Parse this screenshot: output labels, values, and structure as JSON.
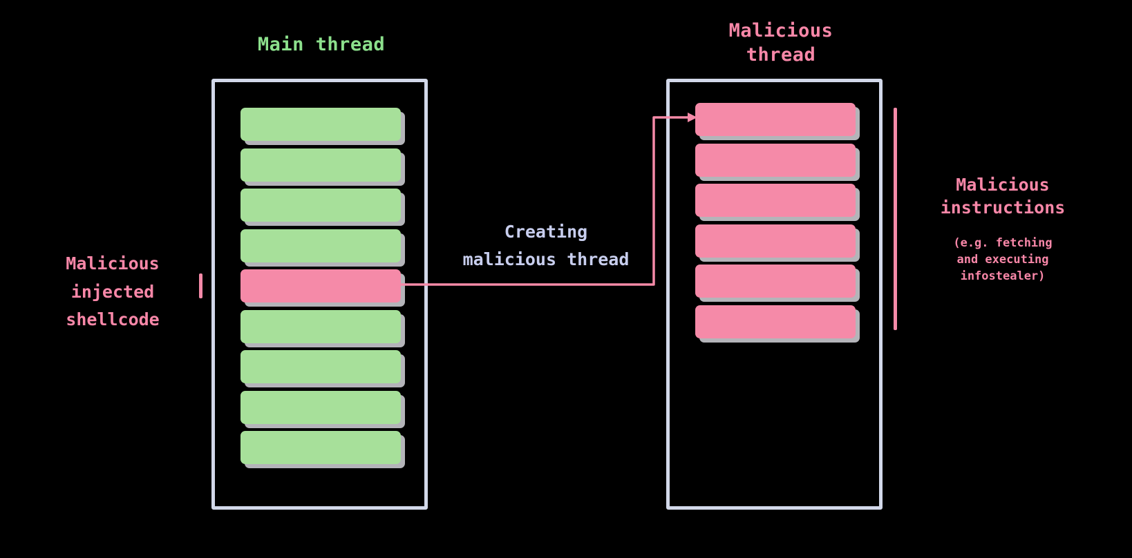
{
  "diagram": {
    "background_color": "#000000",
    "colors": {
      "green_bar": "#A7E09A",
      "pink_bar": "#F58AA8",
      "container_border": "#D2D8E9",
      "green_text": "#8CE08C",
      "pink_text": "#F887A8",
      "lavender_text": "#C8CEEE",
      "bar_shadow": "#BEBEC3"
    },
    "main_thread": {
      "title": "Main thread",
      "bars": [
        {
          "type": "normal"
        },
        {
          "type": "normal"
        },
        {
          "type": "normal"
        },
        {
          "type": "normal"
        },
        {
          "type": "malicious"
        },
        {
          "type": "normal"
        },
        {
          "type": "normal"
        },
        {
          "type": "normal"
        },
        {
          "type": "normal"
        }
      ]
    },
    "malicious_thread": {
      "title": "Malicious\nthread",
      "bars": [
        {
          "type": "malicious"
        },
        {
          "type": "malicious"
        },
        {
          "type": "malicious"
        },
        {
          "type": "malicious"
        },
        {
          "type": "malicious"
        },
        {
          "type": "malicious"
        }
      ]
    },
    "labels": {
      "shellcode": "Malicious\ninjected\nshellcode",
      "connector": "Creating\nmalicious thread",
      "instructions_title": "Malicious\ninstructions",
      "instructions_detail": "(e.g. fetching\nand executing\ninfostealer)"
    }
  }
}
